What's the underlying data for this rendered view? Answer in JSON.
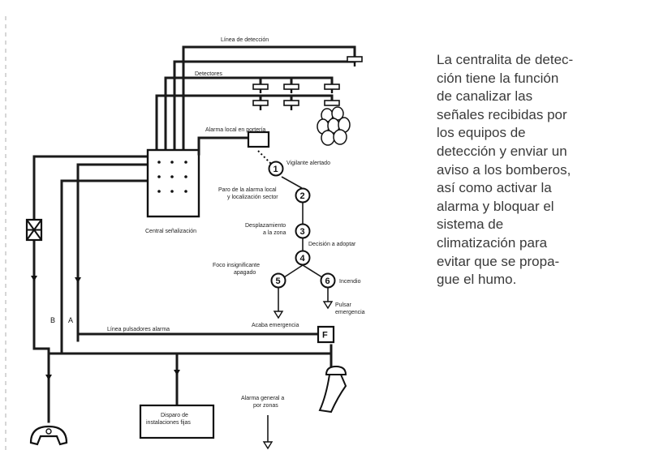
{
  "diagram": {
    "labels": {
      "detection_lines": "Línea de detección",
      "detectors": "Detectores",
      "local_alarm": "Alarma local en portería",
      "central_panel": "Central señalización",
      "watchman_alerted": "Vigilante alertado",
      "stop_alarm": "Paro de la alarma local",
      "locate_sector": "y localización sector",
      "move": "Desplazamiento",
      "to_zone": "a la zona",
      "decision": "Decisión a adoptar",
      "minor_fire": "Foco insignificante",
      "extinguished": "apagado",
      "fire": "Incendio",
      "end_emergency": "Acaba emergencia",
      "press": "Pulsar",
      "emergency": "emergencia",
      "pushbutton_line": "Línea pulsadores alarma",
      "general_alarm": "Alarma general a",
      "by_zones": "por zonas",
      "trigger": "Disparo de",
      "fixed_installations": "instalaciones fijas",
      "line_b": "B",
      "line_a": "A",
      "pushbutton_f": "F"
    },
    "steps": [
      "1",
      "2",
      "3",
      "4",
      "5",
      "6"
    ]
  },
  "description": {
    "lines": [
      "La centralita de detec-",
      "ción tiene la función",
      "de canalizar las",
      "señales recibidas por",
      "los equipos de",
      "detección y enviar un",
      "aviso a los bomberos,",
      "así como activar la",
      "alarma y bloquar el",
      "sistema de",
      "climatización para",
      "evitar que se propa-",
      "gue el humo."
    ]
  }
}
